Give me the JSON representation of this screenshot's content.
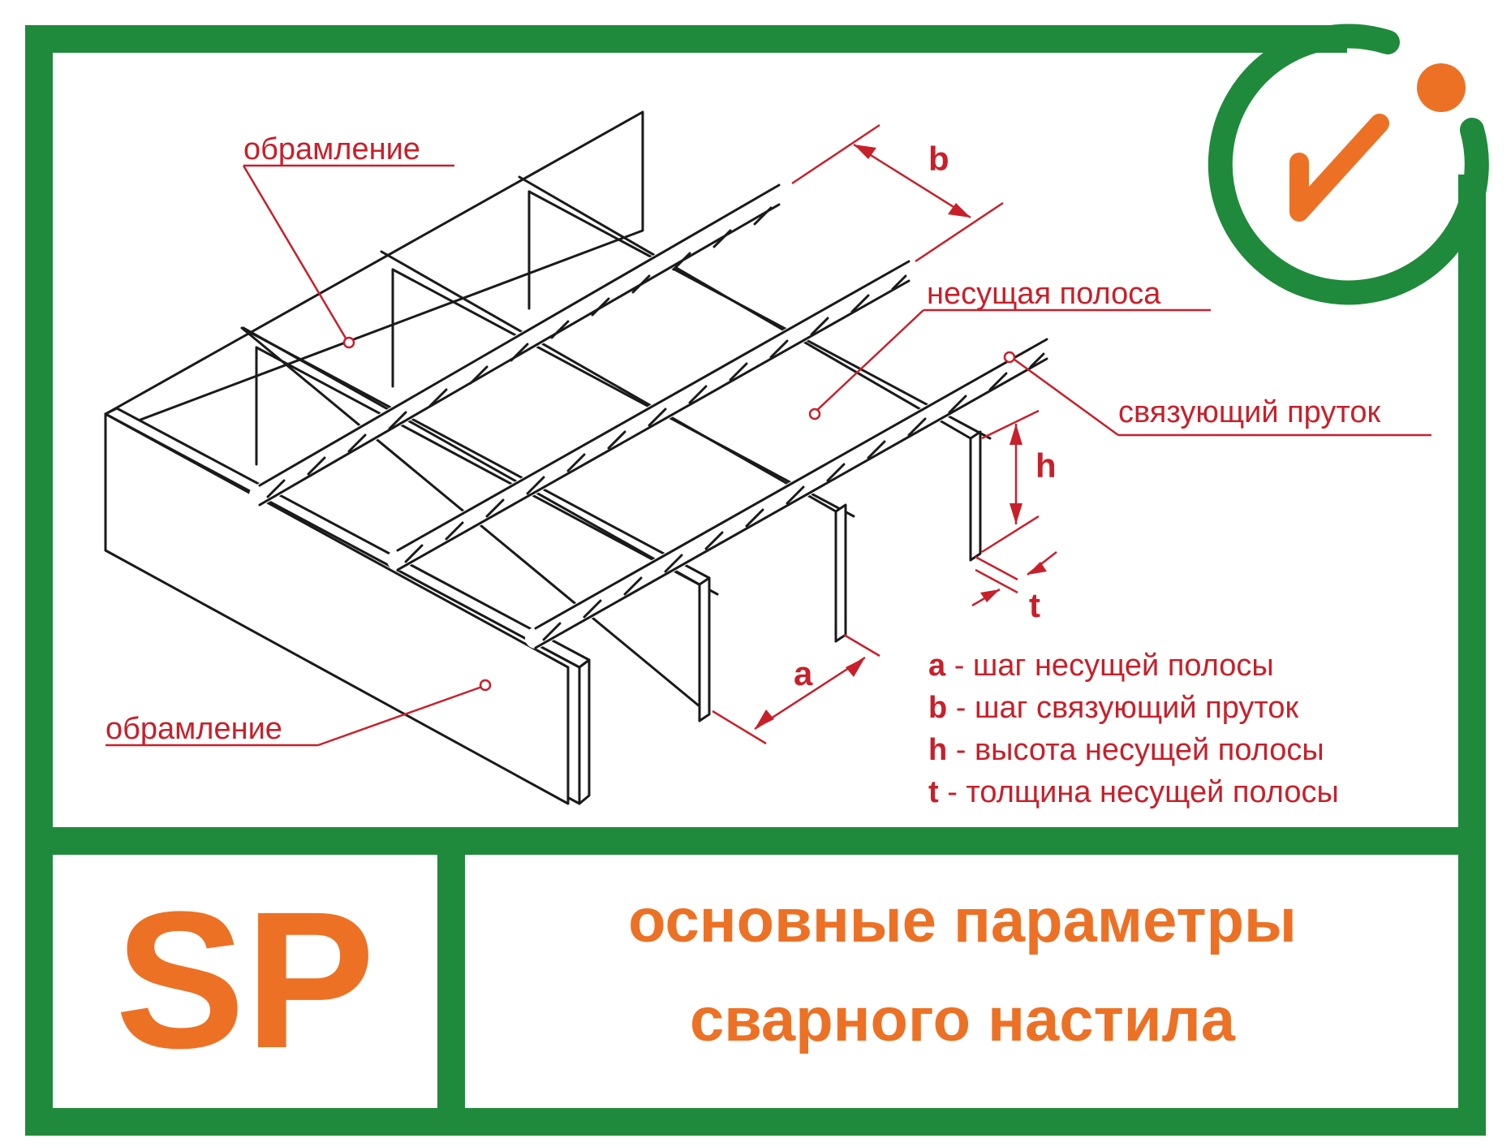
{
  "colors": {
    "frame_green": "#1f8a3b",
    "accent_orange": "#ec7125",
    "label_red": "#c8202a"
  },
  "logo": {
    "icon": "check-info-icon"
  },
  "labels": {
    "framing_top": "обрамление",
    "framing_bottom": "обрамление",
    "bearing_bar": "несущая полоса",
    "cross_rod": "связующий пруток"
  },
  "dimensions": {
    "a": "a",
    "b": "b",
    "h": "h",
    "t": "t"
  },
  "legend": [
    {
      "key": "a",
      "text": " - шаг несущей полосы"
    },
    {
      "key": "b",
      "text": " - шаг связующий пруток"
    },
    {
      "key": "h",
      "text": " - высота несущей полосы"
    },
    {
      "key": "t",
      "text": "  - толщина несущей полосы"
    }
  ],
  "brand": {
    "letters": "SP"
  },
  "title": {
    "line1": "основные параметры",
    "line2": "сварного настила"
  }
}
